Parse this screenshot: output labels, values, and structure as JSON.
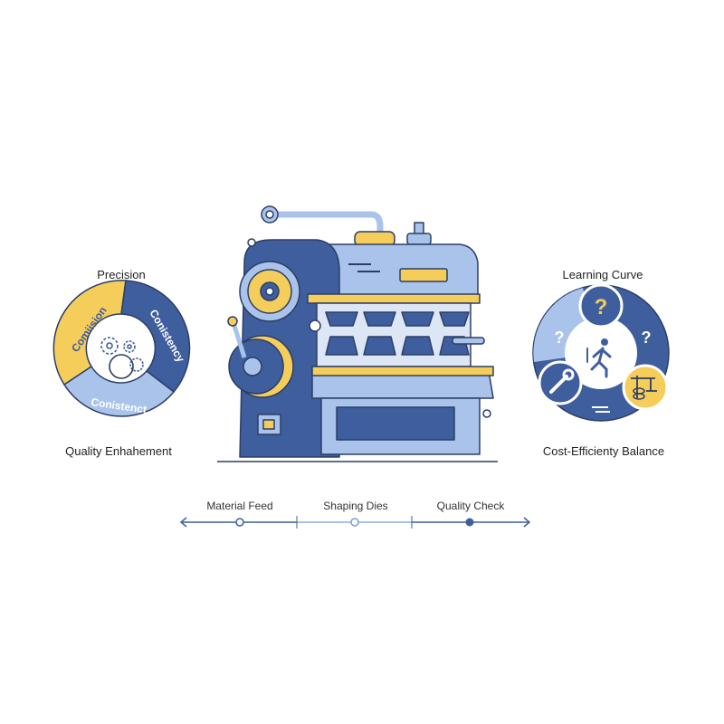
{
  "colors": {
    "dark_blue": "#3f5e9e",
    "light_blue": "#a9c3ea",
    "yellow": "#f5cd5b",
    "outline": "#2c3e66"
  },
  "left_panel": {
    "title": "Precision",
    "segments": [
      "Comiision",
      "Conistency",
      "Conistenct"
    ],
    "caption": "Quality Enhahement",
    "icon": "gears-icon"
  },
  "right_panel": {
    "title": "Learning Curve",
    "caption": "Cost-Efficienty Balance",
    "icons": [
      "question-icon",
      "runner-icon",
      "wrench-icon",
      "scale-coins-icon"
    ]
  },
  "timeline": {
    "steps": [
      {
        "label": "Material Feed",
        "active": false
      },
      {
        "label": "Shaping Dies",
        "active": false
      },
      {
        "label": "Quality Check",
        "active": true
      }
    ]
  }
}
